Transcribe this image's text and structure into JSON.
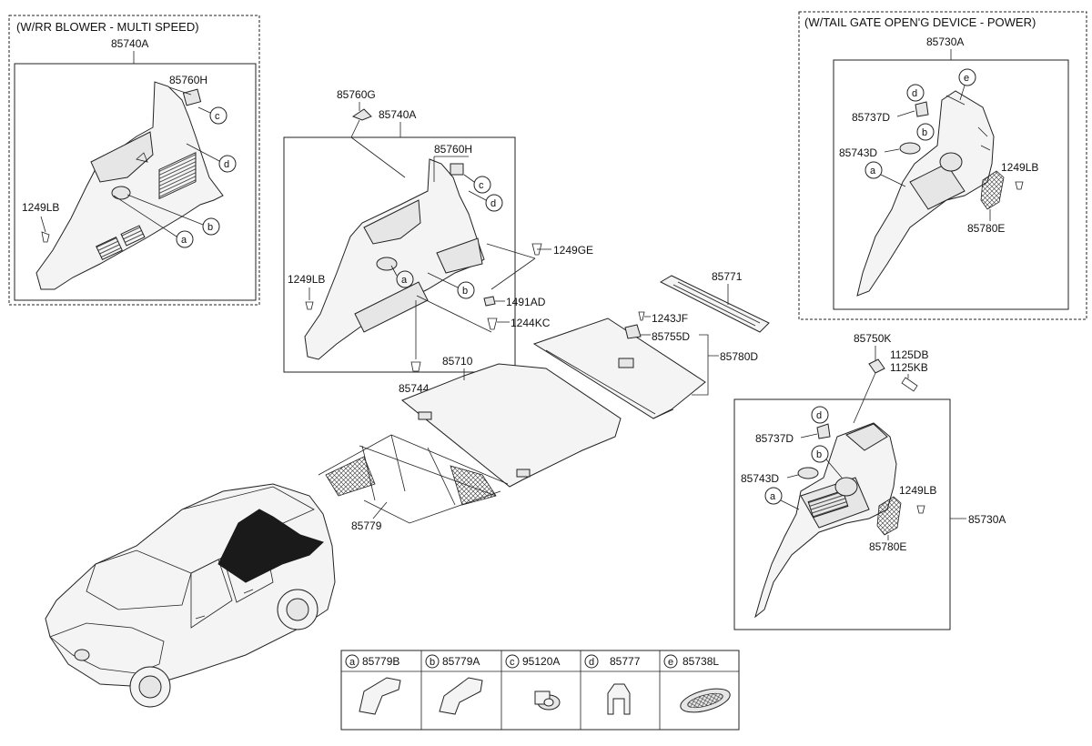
{
  "groups": {
    "rr_blower": {
      "title": "(W/RR BLOWER - MULTI SPEED)",
      "assembly": "85740A",
      "parts": {
        "clip": "85760H",
        "screw": "1249LB"
      },
      "callouts": [
        "a",
        "b",
        "c",
        "d"
      ]
    },
    "center_trim": {
      "assembly": "85740A",
      "parts": {
        "hook": "85760G",
        "clip": "85760H",
        "screw_left": "1249LB",
        "screw_right": "1249GE",
        "fastener1": "1491AD",
        "fastener2": "1244KC",
        "pin": "85744"
      },
      "callouts": [
        "a",
        "b",
        "c",
        "d"
      ]
    },
    "tail_gate": {
      "title": "(W/TAIL GATE OPEN'G DEVICE - POWER)",
      "assembly": "85730A",
      "parts": {
        "grommet": "85737D",
        "cap": "85743D",
        "screw": "1249LB",
        "cover": "85780E"
      },
      "callouts": [
        "a",
        "b",
        "d",
        "e"
      ]
    },
    "right_trim": {
      "assembly": "85730A",
      "parts": {
        "hook": "85750K",
        "bolt1": "1125DB",
        "bolt2": "1125KB",
        "grommet": "85737D",
        "cap": "85743D",
        "screw": "1249LB",
        "cover": "85780E"
      },
      "callouts": [
        "a",
        "b",
        "d"
      ]
    },
    "floor": {
      "sill_plate": "85771",
      "covering": "85710",
      "net": "85779",
      "board_assembly": "85780D",
      "board_clip": "1243JF",
      "board_handle": "85755D"
    }
  },
  "legend": [
    {
      "letter": "a",
      "part": "85779B",
      "icon": "hook-a-icon"
    },
    {
      "letter": "b",
      "part": "85779A",
      "icon": "hook-b-icon"
    },
    {
      "letter": "c",
      "part": "95120A",
      "icon": "socket-icon"
    },
    {
      "letter": "d",
      "part": "85777",
      "icon": "clip-icon"
    },
    {
      "letter": "e",
      "part": "85738L",
      "icon": "grommet-icon"
    }
  ],
  "colors": {
    "line": "#222222",
    "fill_light": "#f4f4f4",
    "fill_mid": "#e6e6e6",
    "highlight": "#1a1a1a"
  }
}
